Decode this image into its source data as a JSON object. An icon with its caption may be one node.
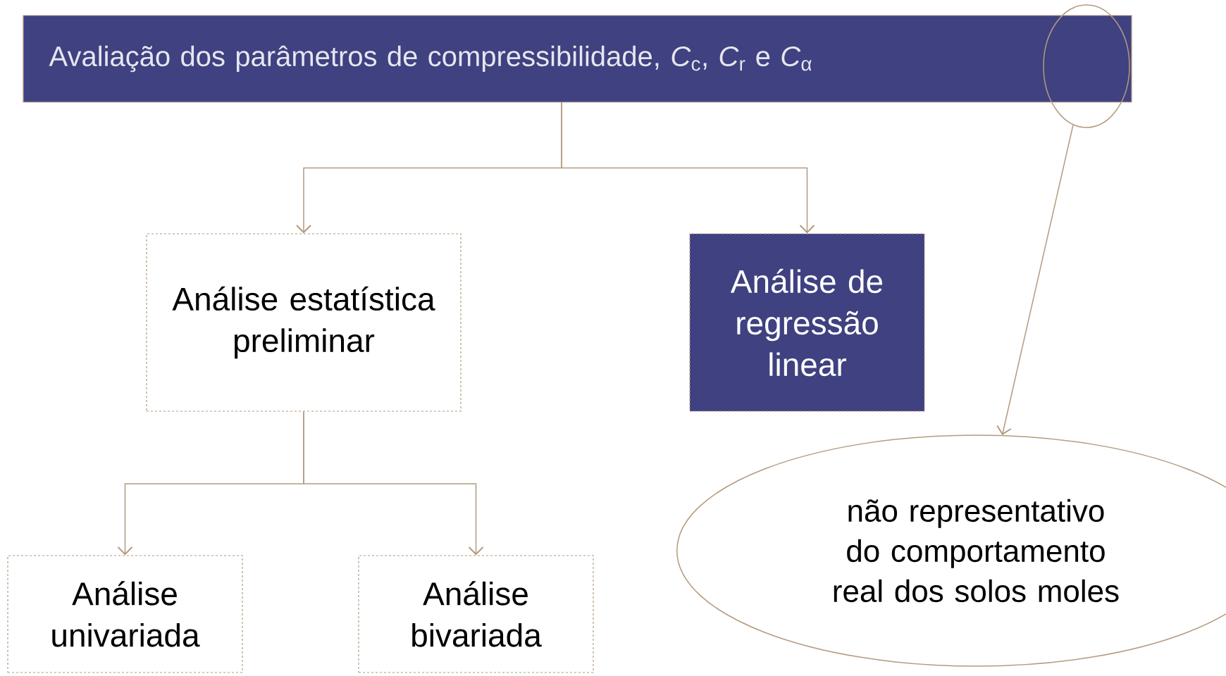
{
  "diagram": {
    "nodes": [
      {
        "text": [
          "Avaliação dos parâmetros de compressibilidade, *C*$_{c}$, *C*$_{r}$ e *C*$_{α}$"
        ]
      },
      {
        "text": [
          "Análise estatística preliminar"
        ]
      },
      {
        "text": [
          "Análise de regressão linear"
        ]
      },
      {
        "text": [
          "Análise univariada"
        ]
      },
      {
        "text": [
          "Análise bivariada"
        ]
      },
      {
        "text": [],
        "shape": "circle"
      },
      {
        "text": [
          "não representativo do comportamento real dos solos moles"
        ]
      }
    ],
    "edges": [
      {
        "from": 0,
        "to": 1,
        "arrow": "to"
      },
      {
        "from": 0,
        "to": 2,
        "arrow": "to"
      },
      {
        "from": 1,
        "to": 3,
        "arrow": "to"
      },
      {
        "from": 1,
        "to": 4,
        "arrow": "to"
      },
      {
        "from": 5,
        "to": 6,
        "arrow": "to"
      }
    ]
  }
}
